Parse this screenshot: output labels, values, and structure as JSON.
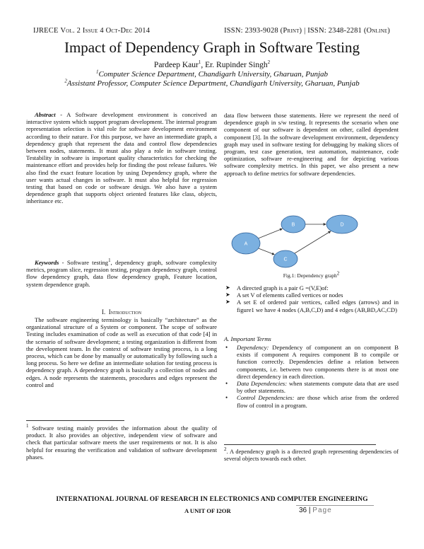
{
  "header": {
    "journal": "IJRECE",
    "vol": "Vol. 2",
    "issue": "Issue 4",
    "date": "Oct-Dec 2014",
    "issn": "ISSN: 2393-9028 (Print) | ISSN: 2348-2281 (Online)"
  },
  "title": "Impact of Dependency Graph in Software Testing",
  "authors": {
    "a1": "Pardeep Kaur",
    "a1_sup": "1",
    "sep": ", Er. Rupinder Singh",
    "a2_sup": "2"
  },
  "affiliations": {
    "aff1_sup": "1",
    "aff1": "Computer Science Department, Chandigarh University, Gharuan, Punjab",
    "aff2_sup": "2",
    "aff2": "Assistant Professor, Computer Science Department, Chandigarh University, Gharuan, Punjab"
  },
  "abstract": {
    "label": "Abstract",
    "text": " - A Software development environment is conceived an interactive system which support program development. The internal program representation selection is vital role for software development environment according to their nature. For this purpose, we have an intermediate graph, a dependency graph that represent the data and control flow dependencies between nodes, statements. It must also play a role in software testing. Testability in software is important quality characteristics for checking the maintenance effort and provides help for finding the post release failures. We also find the exact feature location by using Dependency graph, where the user wants actual changes in software. It must also helpful for regression testing that based on code or software design. We also have a system dependence graph that supports object oriented features like class, objects, inheritance etc."
  },
  "keywords": {
    "label": "Keywords",
    "pre": " - Software testing",
    "sup": "1",
    "text": ", dependency graph, software complexity metrics, program slice, regression testing, program dependency graph, control flow dependency graph, data flow dependency graph, Feature location, system dependence graph."
  },
  "intro": {
    "numeral": "I.",
    "heading": "Introduction",
    "text": "The software engineering terminology is basically “architecture” as the organizational structure of a System or component. The scope of software Testing includes examination of code as well as execution of that code [4] in the scenario of software development; a testing organization is different from the development team. In the context of software testing process, is a long process, which can be done by manually or automatically by following such a long process. So here we define an intermediate solution for testing process is dependency graph. A dependency graph is basically a collection of nodes and edges. A node represents the statements, procedures and edges represent the control and"
  },
  "footnote1": {
    "sup": "1",
    "text": " Software testing mainly provides the information about the quality of product. It also provides an objective, independent view of software and check that particular software meets the user requirements or not. It is also helpful for ensuring the verification and validation of software development phases."
  },
  "right_text": "data flow between those statements. Here we represent the need of dependence graph in s/w testing. It represents the scenario when one component of our software is dependent on other, called dependent component [3]. In the software development environment, dependency graph may used in software testing for debugging by making slices of program, test case generation, test automation, maintenance, code optimization, software re-engineering and for depicting various software complexity metrics. In this paper, we also present a new approach to define metrics for software dependencies.",
  "figure": {
    "nodes": [
      {
        "id": "A",
        "label": "A"
      },
      {
        "id": "B",
        "label": "B"
      },
      {
        "id": "C",
        "label": "C"
      },
      {
        "id": "D",
        "label": "D"
      }
    ],
    "edges": [
      [
        "A",
        "B"
      ],
      [
        "B",
        "D"
      ],
      [
        "A",
        "C"
      ],
      [
        "C",
        "D"
      ]
    ],
    "node_fill": "#7bb0e0",
    "node_stroke": "#2e5f97",
    "caption": "Fig.1: Dependency graph",
    "caption_sup": "2"
  },
  "bullets": [
    "A directed graph is a pair G =(V,E)of:",
    " A set V of elements called vertices or nodes",
    "A set E of ordered pair vertices, called edges (arrows) and in figure1 we have 4 nodes (A,B,C,D) and 4 edges (AB,BD,AC,CD)"
  ],
  "terms": {
    "heading": "A.   Important Terms",
    "items": [
      {
        "term": "Dependency:",
        "text": " Dependency of component an on component B exists if component A requires component B to compile or function correctly. Dependencies define a relation between components, i.e. between two components there is at most one direct dependency in each direction."
      },
      {
        "term": "Data Dependencies:",
        "text": " when statements compute data that are used by other statements."
      },
      {
        "term": "Control Dependencies:",
        "text": " are those which arise from the ordered flow of control in a program."
      }
    ]
  },
  "footnote2": {
    "sup": "2",
    "text": ". A dependency graph is a directed graph representing dependencies of several objects towards each other."
  },
  "footer": {
    "journal_name": "INTERNATIONAL JOURNAL OF RESEARCH IN ELECTRONICS AND COMPUTER ENGINEERING",
    "unit": "A UNIT OF I2OR",
    "page_num": "36",
    "page_sep": " | ",
    "page_word": "Page"
  }
}
